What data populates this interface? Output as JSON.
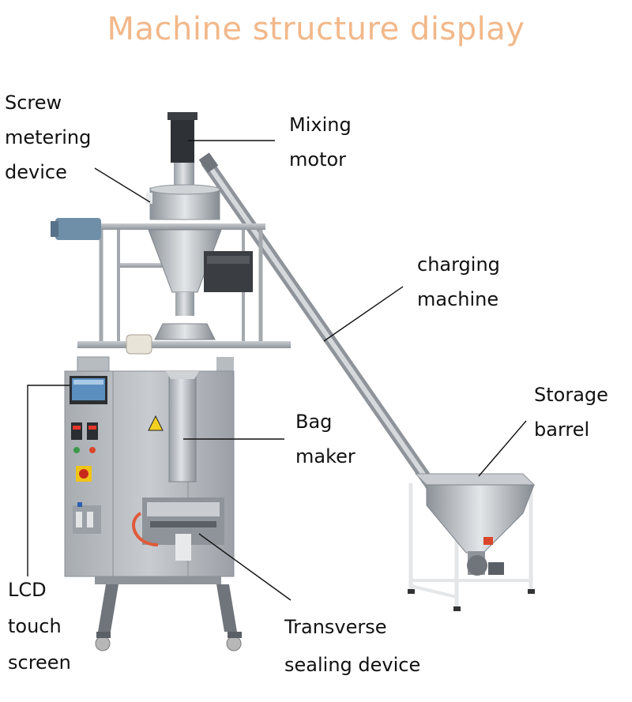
{
  "title": "Machine structure display",
  "labels": {
    "screw_metering": [
      "Screw",
      "metering",
      "device"
    ],
    "mixing_motor": [
      "Mixing",
      "motor"
    ],
    "charging_machine": [
      "charging",
      "machine"
    ],
    "storage_barrel": [
      "Storage",
      "barrel"
    ],
    "bag_maker": [
      "Bag",
      "maker"
    ],
    "lcd_touch_screen": [
      "LCD",
      "touch",
      "screen"
    ],
    "transverse_sealing": [
      "Transverse",
      "sealing device"
    ]
  },
  "colors": {
    "title": "#f2b88a",
    "steel": "#b9bdc2",
    "steel_dark": "#7f858c",
    "motor": "#2e3135",
    "blue_motor": "#6f8fa8",
    "accent_red": "#d9462c",
    "leader_line": "#111111"
  }
}
